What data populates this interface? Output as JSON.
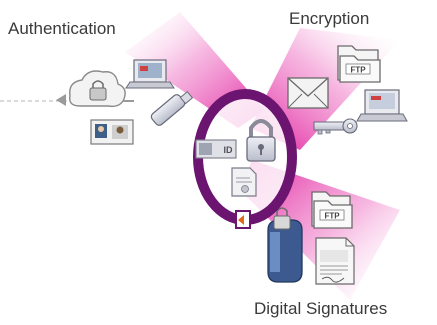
{
  "labels": {
    "authentication": "Authentication",
    "encryption": "Encryption",
    "digital_signatures": "Digital Signatures"
  },
  "icon_text": {
    "ftp_top": "FTP",
    "ftp_bottom": "FTP",
    "id_card": "ID"
  },
  "colors": {
    "ring": "#6b1470",
    "beam": "#e0199a",
    "accent_orange": "#e06a1a"
  },
  "icons": [
    "cloud-lock-icon",
    "laptop-icon",
    "usb-key-icon",
    "id-card-photo-icon",
    "folder-ftp-icon",
    "envelope-icon",
    "key-icon",
    "laptop-icon",
    "id-card-icon",
    "padlock-icon",
    "certificate-icon",
    "server-lock-icon",
    "folder-ftp-icon",
    "signed-document-icon"
  ]
}
